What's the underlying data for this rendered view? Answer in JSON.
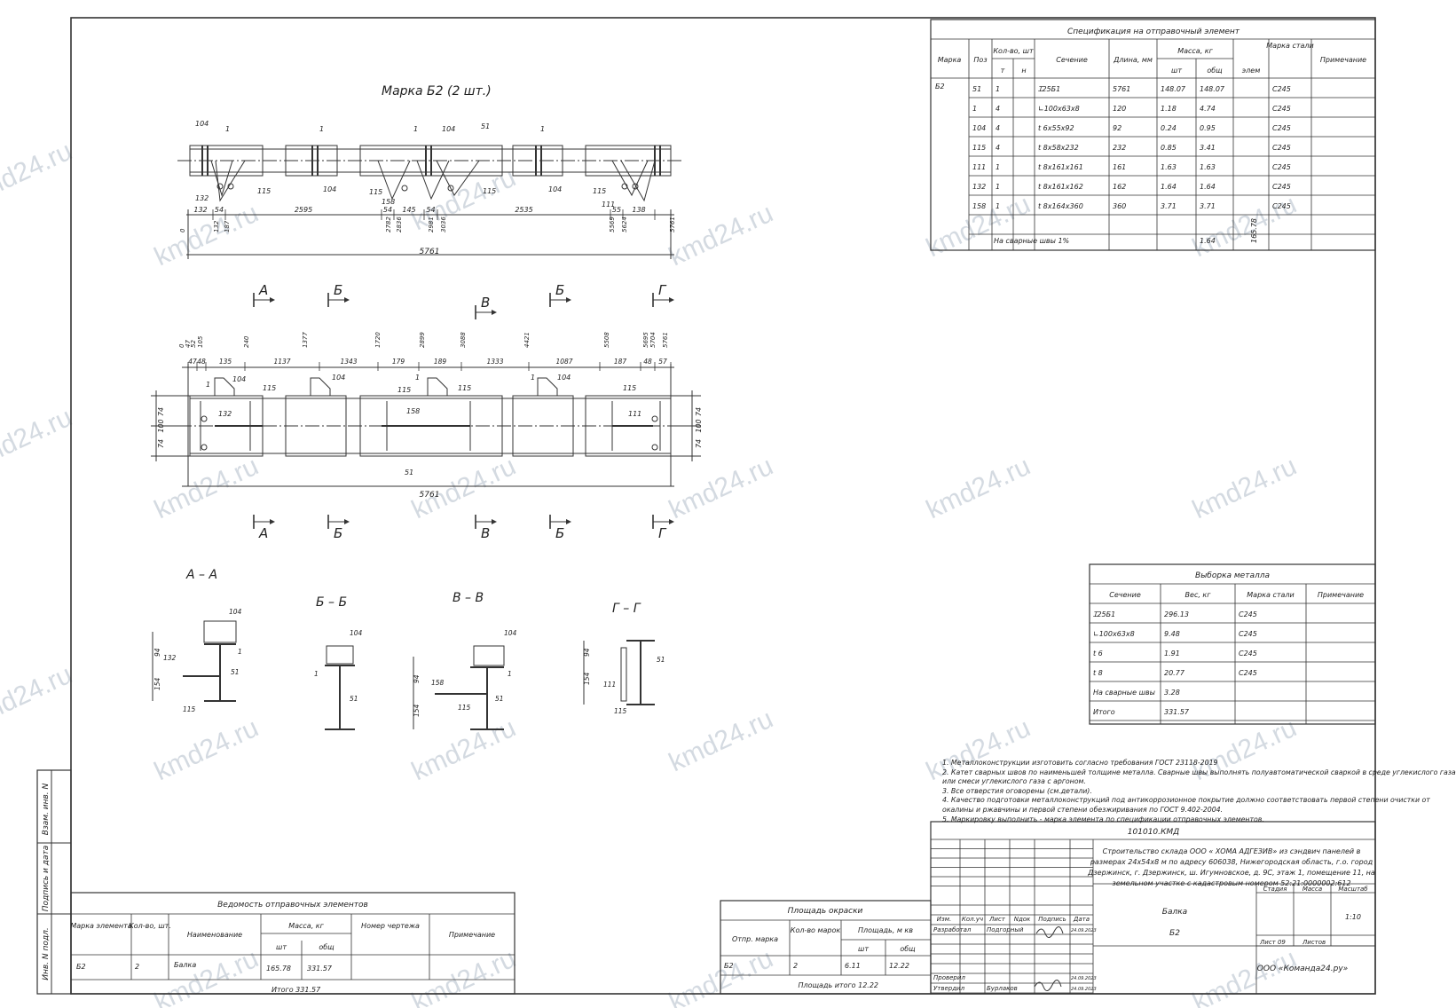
{
  "drawing": {
    "title": "Марка Б2 (2 шт.)",
    "dims_top": [
      "132",
      "54",
      "2595",
      "54",
      "145",
      "54",
      "2535",
      "55",
      "138"
    ],
    "ord_top": [
      "0",
      "132",
      "187",
      "2782",
      "2836",
      "2981",
      "3036",
      "5569",
      "5624",
      "5761"
    ],
    "total": "5761",
    "dims_plan": [
      "47",
      "48",
      "135",
      "1137",
      "1343",
      "179",
      "189",
      "1333",
      "1087",
      "187",
      "48",
      "57"
    ],
    "ord_plan": [
      "0",
      "47",
      "52",
      "105",
      "240",
      "1377",
      "1720",
      "2899",
      "3088",
      "4421",
      "5508",
      "5695",
      "5704",
      "5761"
    ],
    "side_dims": [
      "74",
      "100",
      "74"
    ],
    "positions": [
      "1",
      "51",
      "104",
      "111",
      "115",
      "132",
      "158"
    ],
    "cuts": {
      "a": "А",
      "b": "Б",
      "v": "В",
      "g": "Г"
    },
    "sections": {
      "aa": "А – А",
      "bb": "Б – Б",
      "vv": "В – В",
      "gg": "Г – Г"
    },
    "sec_dims": [
      "94",
      "154"
    ]
  },
  "spec": {
    "title": "Спецификация на отправочный элемент",
    "h_marka": "Марка",
    "h_poz": "Поз",
    "h_kol": "Кол-во, шт",
    "h_t": "т",
    "h_n": "н",
    "h_sech": "Сечение",
    "h_dl": "Длина, мм",
    "h_massa": "Масса, кг",
    "h_sht": "шт",
    "h_obsh": "общ",
    "h_elem": "элем",
    "h_stal": "Марка стали",
    "h_prim": "Примечание",
    "marka": "Б2",
    "rows": [
      {
        "poz": "51",
        "kol": "1",
        "sech": "Ɪ25Б1",
        "dl": "5761",
        "sht": "148.07",
        "obsh": "148.07",
        "stal": "С245"
      },
      {
        "poz": "1",
        "kol": "4",
        "sech": "∟100х63х8",
        "dl": "120",
        "sht": "1.18",
        "obsh": "4.74",
        "stal": "С245"
      },
      {
        "poz": "104",
        "kol": "4",
        "sech": "t 6х55х92",
        "dl": "92",
        "sht": "0.24",
        "obsh": "0.95",
        "stal": "С245"
      },
      {
        "poz": "115",
        "kol": "4",
        "sech": "t 8х58х232",
        "dl": "232",
        "sht": "0.85",
        "obsh": "3.41",
        "stal": "С245"
      },
      {
        "poz": "111",
        "kol": "1",
        "sech": "t 8х161х161",
        "dl": "161",
        "sht": "1.63",
        "obsh": "1.63",
        "stal": "С245"
      },
      {
        "poz": "132",
        "kol": "1",
        "sech": "t 8х161х162",
        "dl": "162",
        "sht": "1.64",
        "obsh": "1.64",
        "stal": "С245"
      },
      {
        "poz": "158",
        "kol": "1",
        "sech": "t 8х164х360",
        "dl": "360",
        "sht": "3.71",
        "obsh": "3.71",
        "stal": "С245"
      }
    ],
    "weld_label": "На сварные швы 1%",
    "weld_val": "1.64",
    "elem_mass": "165.78"
  },
  "metal": {
    "title": "Выборка металла",
    "h_sech": "Сечение",
    "h_ves": "Вес, кг",
    "h_stal": "Марка стали",
    "h_prim": "Примечание",
    "rows": [
      {
        "sech": "Ɪ25Б1",
        "ves": "296.13",
        "stal": "С245"
      },
      {
        "sech": "∟100х63х8",
        "ves": "9.48",
        "stal": "С245"
      },
      {
        "sech": "t 6",
        "ves": "1.91",
        "stal": "С245"
      },
      {
        "sech": "t 8",
        "ves": "20.77",
        "stal": "С245"
      },
      {
        "sech": "На сварные швы",
        "ves": "3.28",
        "stal": ""
      },
      {
        "sech": "Итого",
        "ves": "331.57",
        "stal": ""
      }
    ]
  },
  "notes": [
    "1. Металлоконструкции изготовить согласно требования ГОСТ 23118-2019",
    "2. Катет сварных швов по наименьшей толщине металла. Сварные швы выполнять полуавтоматической сваркой в среде углекислого газа",
    "или смеси углекислого газа с аргоном.",
    "3. Все отверстия оговорены (см.детали).",
    "4. Качество подготовки металлоконструкций под антикоррозионное покрытие должно соответствовать первой степени очистки от",
    "окалины и ржавчины и первой степени обезжиривания по ГОСТ 9.402-2004.",
    "5. Маркировку выполнить - марка элемента по спецификации отправочных элементов."
  ],
  "vedomost": {
    "title": "Ведомость отправочных элементов",
    "h_marka": "Марка элемента",
    "h_kol": "Кол-во, шт.",
    "h_name": "Наименование",
    "h_massa": "Масса, кг",
    "h_sht": "шт",
    "h_obsh": "общ",
    "h_nomer": "Номер чертежа",
    "h_prim": "Примечание",
    "row": {
      "marka": "Б2",
      "kol": "2",
      "name": "Балка",
      "sht": "165.78",
      "obsh": "331.57"
    },
    "itogo": "Итого 331.57"
  },
  "paint": {
    "title": "Площадь окраски",
    "h_marka": "Отпр. марка",
    "h_kol": "Кол-во марок",
    "h_area": "Площадь, м кв",
    "h_sht": "шт",
    "h_obsh": "общ",
    "row": {
      "marka": "Б2",
      "kol": "2",
      "sht": "6.11",
      "obsh": "12.22"
    },
    "itogo": "Площадь итого 12.22"
  },
  "stamp": {
    "code": "101010.КМД",
    "project": [
      "Строительство склада ООО « ХОМА АДГЕЗИВ» из сэндвич панелей в",
      "размерах 24х54х8 м по адресу 606038, Нижегородская область, г.о. город",
      "Дзержинск, г. Дзержинск, ш. Игумновское, д. 9С, этаж 1, помещение 11, на",
      "земельном участке с кадастровым номером 52:21:0000002:612"
    ],
    "h_izm": "Изм.",
    "h_koluch": "Кол.уч",
    "h_list": "Лист",
    "h_ndok": "Nдок",
    "h_podp": "Подпись",
    "h_data": "Дата",
    "razrab": "Разработал",
    "razrab_name": "Подгорный",
    "razrab_date": "24.09.2023",
    "proveril": "Проверил",
    "proveril_date": "24.09.2023",
    "utverdil": "Утвердил",
    "utverdil_name": "Бурлаков",
    "utverdil_date": "24.09.2023",
    "name1": "Балка",
    "name2": "Б2",
    "h_stadia": "Стадия",
    "h_massa": "Масса",
    "h_masshtab": "Масштаб",
    "scale": "1:10",
    "list": "Лист 09",
    "listov": "Листов",
    "company": "ООО «Команда24.ру»"
  },
  "margin": {
    "vzam": "Взам. инв. N",
    "podp": "Подпись и дата",
    "inv": "Инв. N подл."
  },
  "watermark": "kmd24.ru"
}
